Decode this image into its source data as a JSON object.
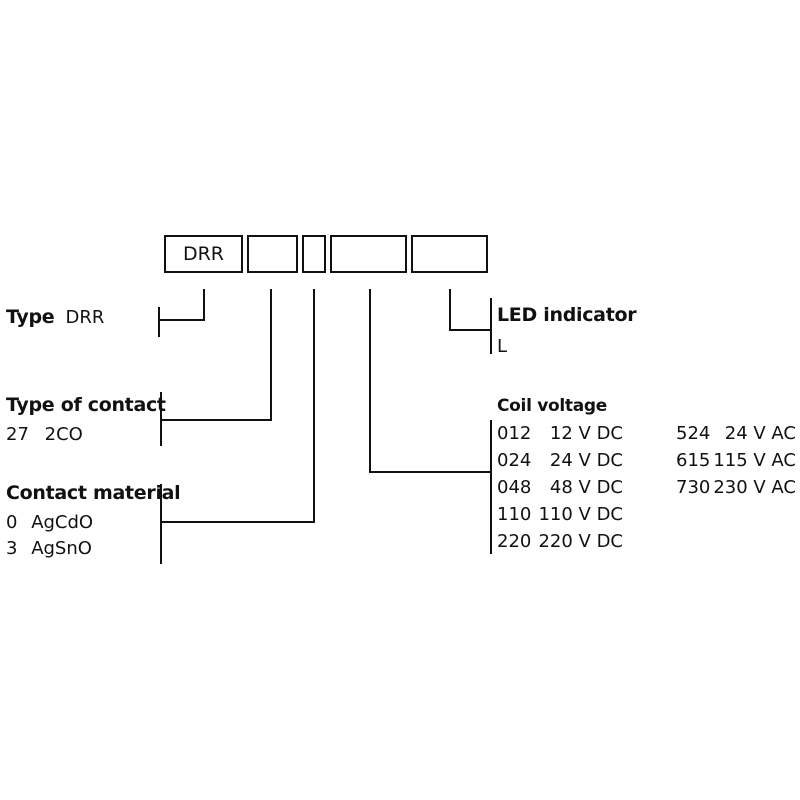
{
  "code_boxes": [
    "DRR",
    "",
    "",
    "",
    ""
  ],
  "type": {
    "heading": "Type",
    "value": "DRR"
  },
  "type_of_contact": {
    "heading": "Type of contact",
    "options": [
      {
        "code": "27",
        "desc": "2CO"
      }
    ]
  },
  "contact_material": {
    "heading": "Contact material",
    "options": [
      {
        "code": "0",
        "desc": "AgCdO"
      },
      {
        "code": "3",
        "desc": "AgSnO"
      }
    ]
  },
  "led_indicator": {
    "heading": "LED indicator",
    "options": [
      "L"
    ]
  },
  "coil_voltage": {
    "heading": "Coil voltage",
    "dc": [
      {
        "code": "012",
        "value": "12 V DC"
      },
      {
        "code": "024",
        "value": "24 V DC"
      },
      {
        "code": "048",
        "value": "48 V DC"
      },
      {
        "code": "110",
        "value": "110 V DC"
      },
      {
        "code": "220",
        "value": "220 V DC"
      }
    ],
    "ac": [
      {
        "code": "524",
        "value": "24 V AC"
      },
      {
        "code": "615",
        "value": "115 V AC"
      },
      {
        "code": "730",
        "value": "230 V AC"
      }
    ]
  }
}
